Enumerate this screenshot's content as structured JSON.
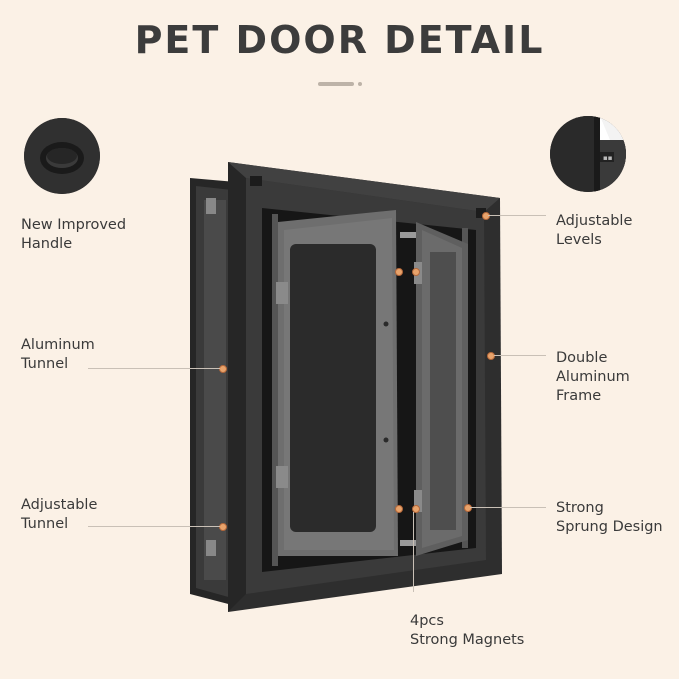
{
  "title": "PET DOOR DETAIL",
  "features": {
    "handle": "New Improved\nHandle",
    "tunnel": "Aluminum\nTunnel",
    "adjustable_tunnel": "Adjustable\nTunnel",
    "levels": "Adjustable\nLevels",
    "frame": "Double\nAluminum\nFrame",
    "sprung": "Strong\nSprung Design",
    "magnets": "4pcs\nStrong Magnets"
  },
  "colors": {
    "background": "#fbf1e6",
    "frame": "#2f2f2f",
    "flap": "#7a7a7a",
    "accent": "#e8a36b"
  },
  "icons": [
    "handle-icon",
    "level-adjuster-icon",
    "magnet-dot-icon"
  ]
}
